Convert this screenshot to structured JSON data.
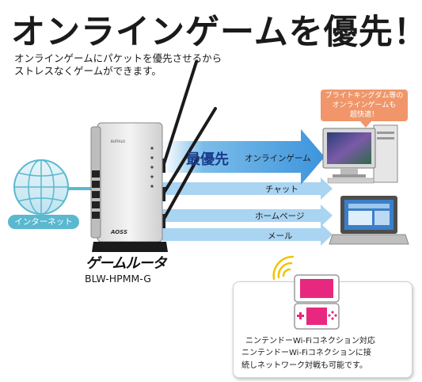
{
  "title": "オンラインゲームを優先！",
  "subtitle_lines": [
    "オンラインゲームにパケットを優先させるから",
    "ストレスなくゲームができます。"
  ],
  "callout_lines": [
    "ブライトキングダム等の",
    "オンラインゲームも",
    "超快適！"
  ],
  "priority_label": "最優先",
  "arrows": {
    "online_game": "オンラインゲーム",
    "chat": "チャット",
    "homepage": "ホームページ",
    "mail": "メール"
  },
  "internet_label": "インターネット",
  "product": {
    "logo_text": "ゲームルータ",
    "model": "BLW-HPMM-G"
  },
  "nintendo": {
    "title": "ニンテンドーWi-Fiコネクション対応",
    "desc_lines": [
      "ニンテンドーWi-Fiコネクションに接",
      "続しネットワーク対戦も可能です。"
    ]
  },
  "colors": {
    "arrow_main": "#4a9fe0",
    "arrow_light": "#a9d4f2",
    "internet": "#5ab8cf",
    "callout": "#f0966a",
    "ds_pink": "#e8287f"
  },
  "icons": [
    "globe-icon",
    "router-icon",
    "desktop-pc-icon",
    "laptop-icon",
    "wifi-signal-icon",
    "nintendo-ds-icon"
  ]
}
